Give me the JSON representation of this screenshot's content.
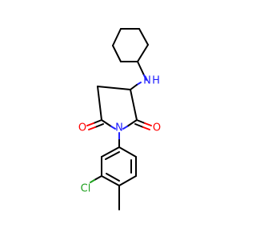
{
  "molecule": {
    "background": "#ffffff",
    "colors": {
      "carbon_bond": "#000000",
      "nitrogen": "#2020ff",
      "oxygen": "#ff0000",
      "chlorine": "#1fa01f"
    },
    "labels": {
      "amine_n": "N",
      "amine_h": "H",
      "imide_n": "N",
      "carbonyl_o_left": "O",
      "carbonyl_o_right": "O",
      "chlorine": "Cl"
    }
  }
}
